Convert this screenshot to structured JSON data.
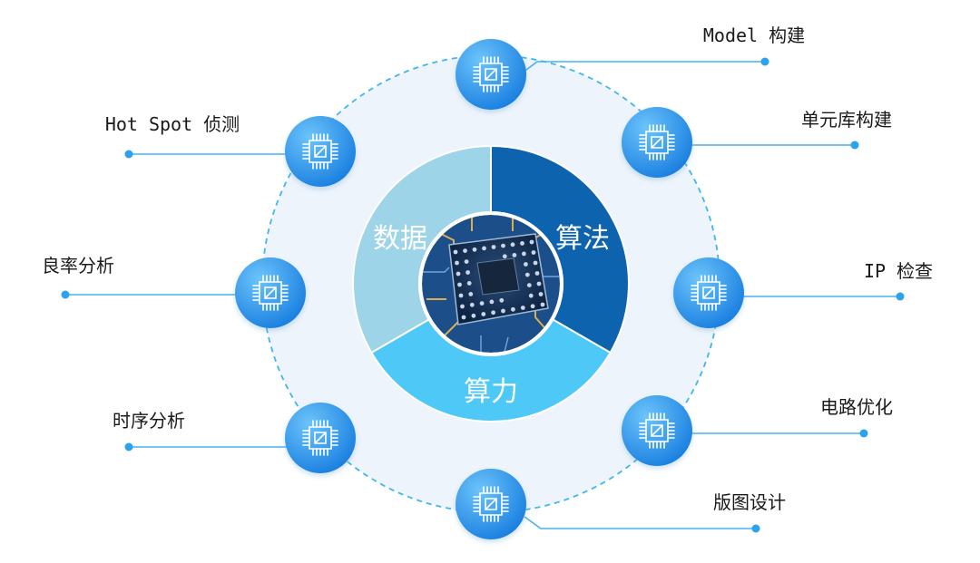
{
  "center": {
    "segments": [
      {
        "key": "data",
        "label": "数据",
        "color": "#9ed4e8"
      },
      {
        "key": "algorithm",
        "label": "算法",
        "color": "#0d63ad"
      },
      {
        "key": "compute",
        "label": "算力",
        "color": "#4ec8f6"
      }
    ]
  },
  "nodes": [
    {
      "key": "model",
      "label": "Model 构建"
    },
    {
      "key": "cell-lib",
      "label": "单元库构建"
    },
    {
      "key": "ip-check",
      "label": "IP 检查"
    },
    {
      "key": "circuit-opt",
      "label": "电路优化"
    },
    {
      "key": "layout",
      "label": "版图设计"
    },
    {
      "key": "timing",
      "label": "时序分析"
    },
    {
      "key": "yield",
      "label": "良率分析"
    },
    {
      "key": "hotspot",
      "label": "Hot Spot 侦测"
    }
  ],
  "colors": {
    "node_fill": "#1e88e5",
    "node_fill_light": "#57b7f6",
    "ring": "#eef4fb",
    "dashed_ring": "#3fb6ee"
  }
}
